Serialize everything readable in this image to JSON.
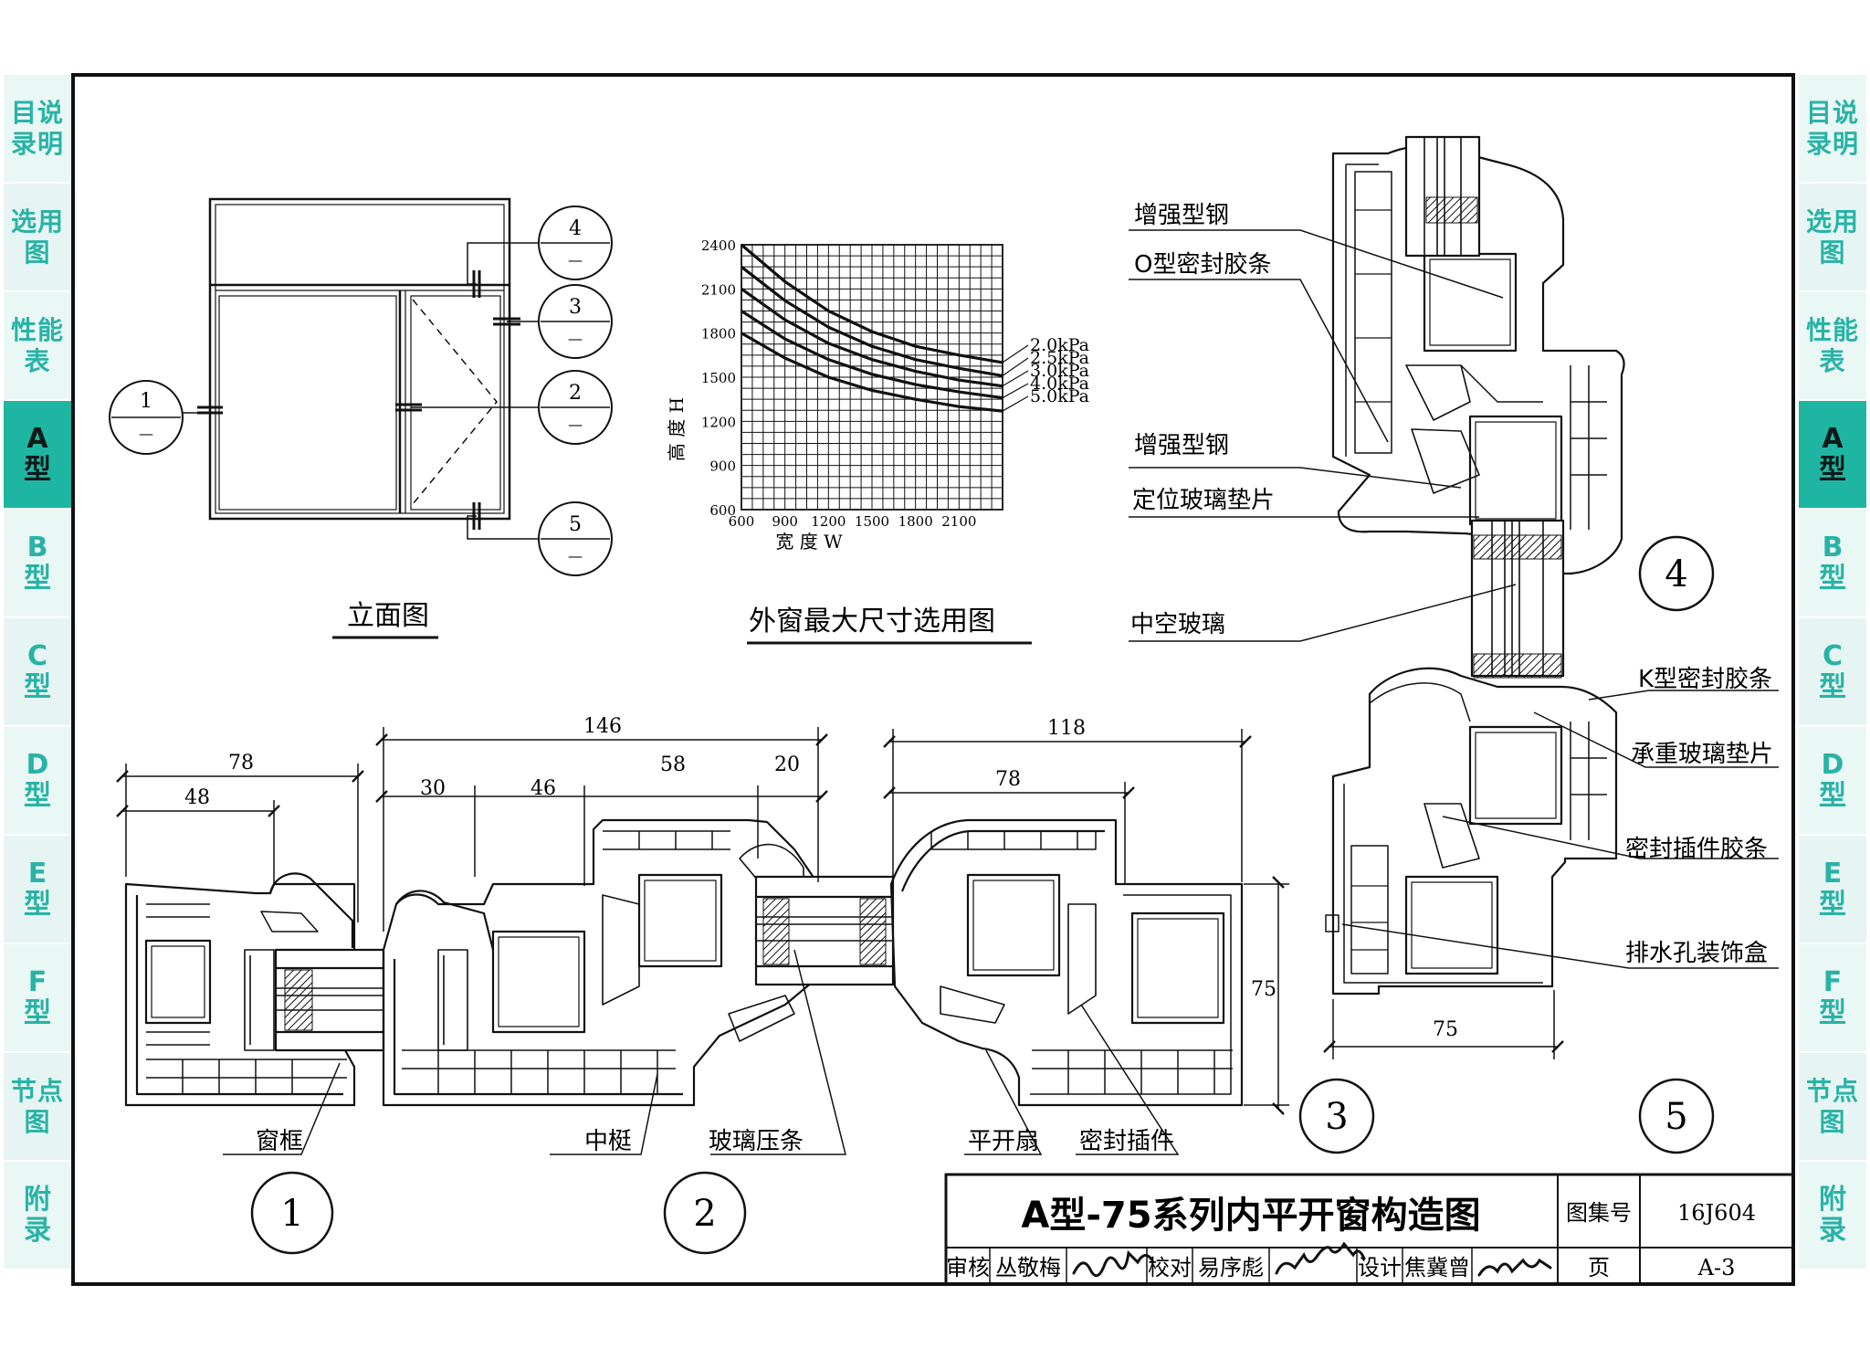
{
  "side_tabs": [
    {
      "label": "目说录明",
      "active": false
    },
    {
      "label": "选用图",
      "active": false
    },
    {
      "label": "性能表",
      "active": false
    },
    {
      "label": "A型",
      "active": true
    },
    {
      "label": "B型",
      "active": false
    },
    {
      "label": "C型",
      "active": false
    },
    {
      "label": "D型",
      "active": false
    },
    {
      "label": "E型",
      "active": false
    },
    {
      "label": "F型",
      "active": false
    },
    {
      "label": "节点图",
      "active": false
    },
    {
      "label": "附录",
      "active": false
    }
  ],
  "elevation": {
    "title": "立面图",
    "markers": [
      {
        "num": "1",
        "sub": "—"
      },
      {
        "num": "2",
        "sub": "—"
      },
      {
        "num": "3",
        "sub": "—"
      },
      {
        "num": "4",
        "sub": "—"
      },
      {
        "num": "5",
        "sub": "—"
      }
    ]
  },
  "chart_data": {
    "type": "line",
    "title": "外窗最大尺寸选用图",
    "xlabel": "宽 度 W",
    "ylabel": "高 度 H",
    "xlim": [
      600,
      2400
    ],
    "ylim": [
      600,
      2400
    ],
    "x_ticks": [
      "600",
      "900",
      "1200",
      "1500",
      "1800",
      "2100"
    ],
    "y_ticks": [
      "600",
      "900",
      "1200",
      "1500",
      "1800",
      "2100",
      "2400"
    ],
    "grid": true,
    "series": [
      {
        "name": "2.0kPa",
        "x": [
          600,
          900,
          1200,
          1500,
          1800,
          2100,
          2400
        ],
        "y": [
          2400,
          2150,
          1950,
          1810,
          1710,
          1650,
          1600
        ]
      },
      {
        "name": "2.5kPa",
        "x": [
          600,
          900,
          1200,
          1500,
          1800,
          2100,
          2400
        ],
        "y": [
          2250,
          2020,
          1840,
          1710,
          1620,
          1560,
          1510
        ]
      },
      {
        "name": "3.0kPa",
        "x": [
          600,
          900,
          1200,
          1500,
          1800,
          2100,
          2400
        ],
        "y": [
          2100,
          1890,
          1730,
          1620,
          1540,
          1480,
          1440
        ]
      },
      {
        "name": "4.0kPa",
        "x": [
          600,
          900,
          1200,
          1500,
          1800,
          2100,
          2400
        ],
        "y": [
          1950,
          1760,
          1620,
          1520,
          1450,
          1400,
          1360
        ]
      },
      {
        "name": "5.0kPa",
        "x": [
          600,
          900,
          1200,
          1500,
          1800,
          2100,
          2400
        ],
        "y": [
          1800,
          1630,
          1500,
          1410,
          1350,
          1300,
          1270
        ]
      }
    ]
  },
  "section_labels": {
    "frame": "窗框",
    "mullion": "中梃",
    "bead": "玻璃压条",
    "sash": "平开扇",
    "insert": "密封插件",
    "steel1": "增强型钢",
    "o_seal": "O型密封胶条",
    "steel2": "增强型钢",
    "spacer": "定位玻璃垫片",
    "insulated": "中空玻璃",
    "k_seal": "K型密封胶条",
    "bearing": "承重玻璃垫片",
    "insert_seal": "密封插件胶条",
    "drain": "排水孔装饰盒"
  },
  "dims": {
    "d78a": "78",
    "d48": "48",
    "d146": "146",
    "d30": "30",
    "d46": "46",
    "d58": "58",
    "d20": "20",
    "d118": "118",
    "d78b": "78",
    "d75v": "75",
    "d75h": "75"
  },
  "detail_numbers": {
    "n1": "1",
    "n2": "2",
    "n3": "3",
    "n4": "4",
    "n5": "5"
  },
  "title_block": {
    "title": "A型-75系列内平开窗构造图",
    "atlas_label": "图集号",
    "atlas_no": "16J604",
    "page_label": "页",
    "page_no": "A-3",
    "review_label": "审核",
    "reviewer": "丛敬梅",
    "check_label": "校对",
    "checker": "易序彪",
    "design_label": "设计",
    "designer": "焦冀曾"
  }
}
